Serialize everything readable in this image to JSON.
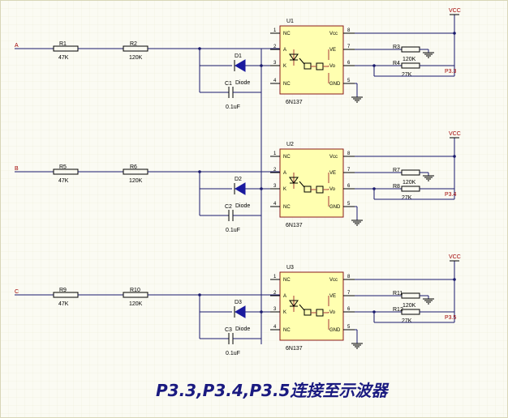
{
  "inputs": [
    {
      "net": "A",
      "r1": "R1",
      "r1v": "47K",
      "r2": "R2",
      "r2v": "120K",
      "d": "D1",
      "dlabel": "Diode",
      "c": "C1",
      "cv": "0.1uF",
      "u": "U1",
      "chip": "6N137",
      "rA": "R3",
      "rAv": "120K",
      "rB": "R4",
      "rBv": "27K",
      "out": "P3.3",
      "vcc": "VCC"
    },
    {
      "net": "B",
      "r1": "R5",
      "r1v": "47K",
      "r2": "R6",
      "r2v": "120K",
      "d": "D2",
      "dlabel": "Diode",
      "c": "C2",
      "cv": "0.1uF",
      "u": "U2",
      "chip": "6N137",
      "rA": "R7",
      "rAv": "120K",
      "rB": "R8",
      "rBv": "27K",
      "out": "P3.4",
      "vcc": "VCC"
    },
    {
      "net": "C",
      "r1": "R9",
      "r1v": "47K",
      "r2": "R10",
      "r2v": "120K",
      "d": "D3",
      "dlabel": "Diode",
      "c": "C3",
      "cv": "0.1uF",
      "u": "U3",
      "chip": "6N137",
      "rA": "R11",
      "rAv": "120K",
      "rB": "R12",
      "rBv": "27K",
      "out": "P3.5",
      "vcc": "VCC"
    }
  ],
  "chip_pins": {
    "n1": "1",
    "n2": "2",
    "n3": "3",
    "n4": "4",
    "n5": "5",
    "n6": "6",
    "n7": "7",
    "n8": "8",
    "nc": "NC",
    "a": "A",
    "k": "K",
    "vcc": "Vcc",
    "ve": "VE",
    "vo": "Vo",
    "gnd": "GND"
  },
  "caption": "P3.3,P3.4,P3.5连接至示波器"
}
